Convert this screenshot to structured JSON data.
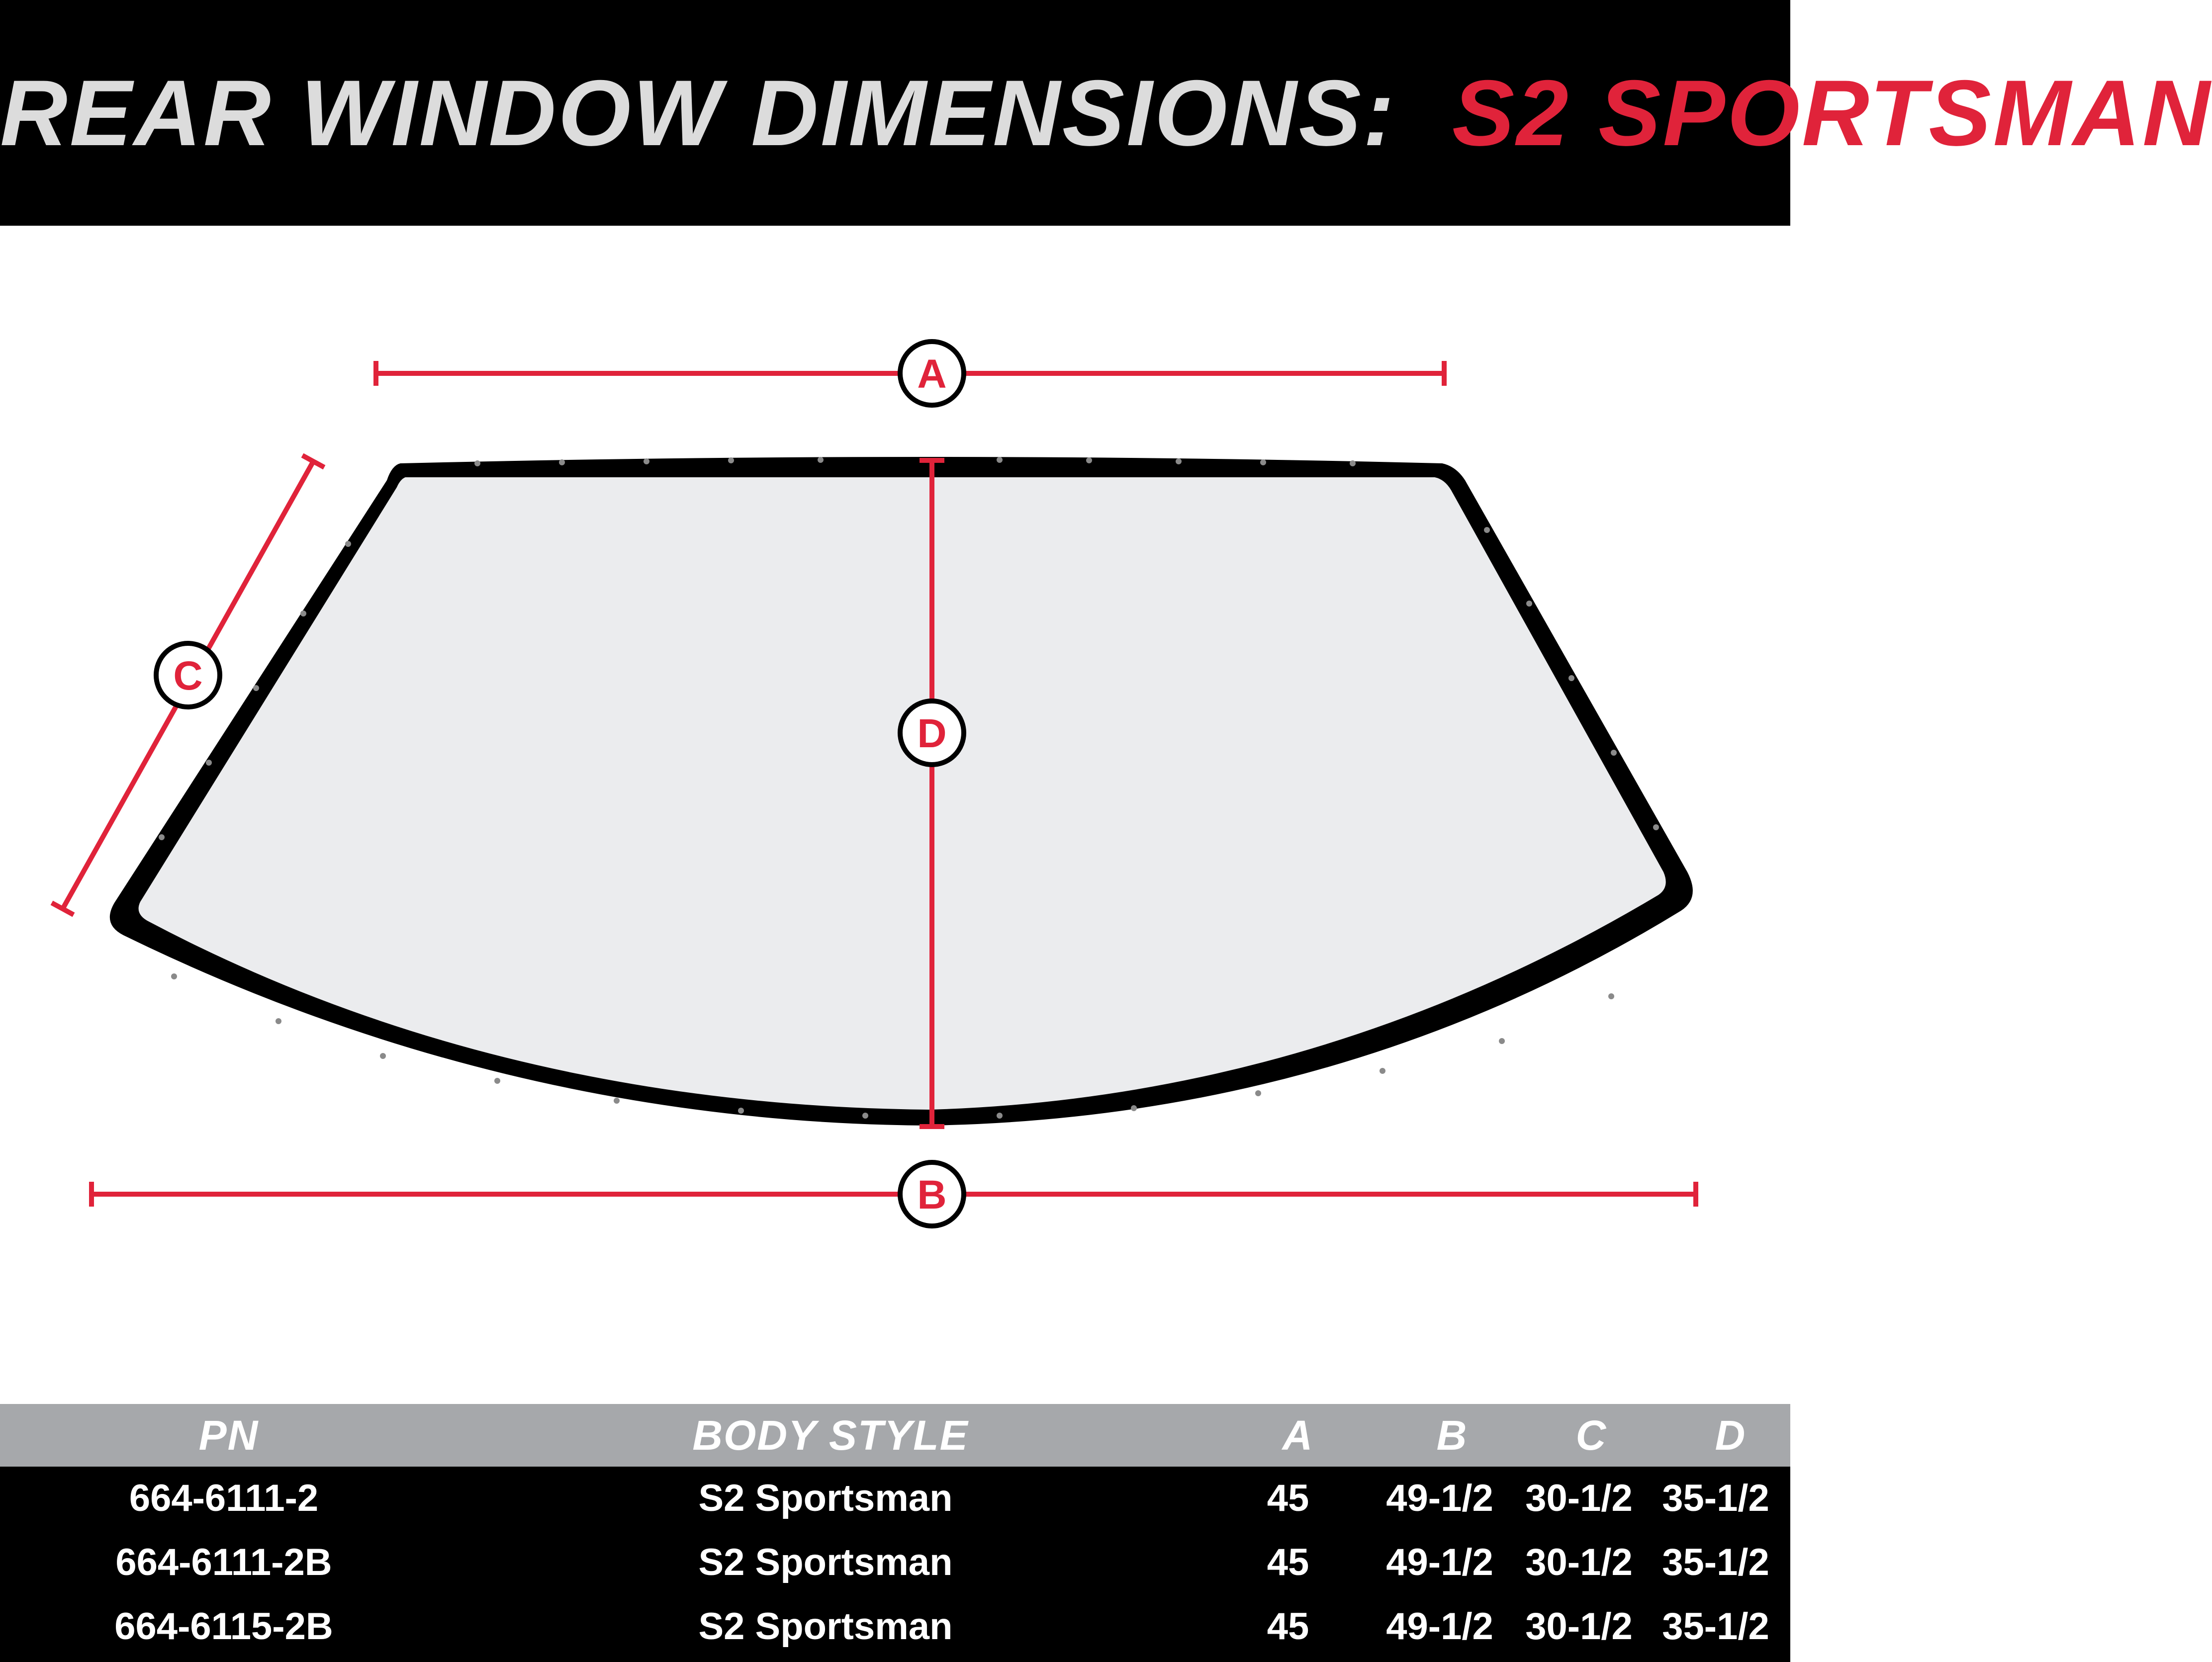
{
  "header": {
    "title_part1": "REAR WINDOW DIMENSIONS:",
    "title_part2": "S2 SPORTSMAN",
    "accent_color": "#e0233a"
  },
  "diagram": {
    "labels": {
      "a": "A",
      "b": "B",
      "c": "C",
      "d": "D"
    },
    "colors": {
      "dimension_line": "#e0233a",
      "frame": "#000000",
      "glass": "#ebecee"
    }
  },
  "table": {
    "headers": {
      "pn": "PN",
      "body_style": "BODY STYLE",
      "a": "A",
      "b": "B",
      "c": "C",
      "d": "D"
    },
    "rows": [
      {
        "pn": "664-6111-2",
        "body_style": "S2 Sportsman",
        "a": "45",
        "b": "49-1/2",
        "c": "30-1/2",
        "d": "35-1/2"
      },
      {
        "pn": "664-6111-2B",
        "body_style": "S2 Sportsman",
        "a": "45",
        "b": "49-1/2",
        "c": "30-1/2",
        "d": "35-1/2"
      },
      {
        "pn": "664-6115-2B",
        "body_style": "S2 Sportsman",
        "a": "45",
        "b": "49-1/2",
        "c": "30-1/2",
        "d": "35-1/2"
      }
    ]
  }
}
